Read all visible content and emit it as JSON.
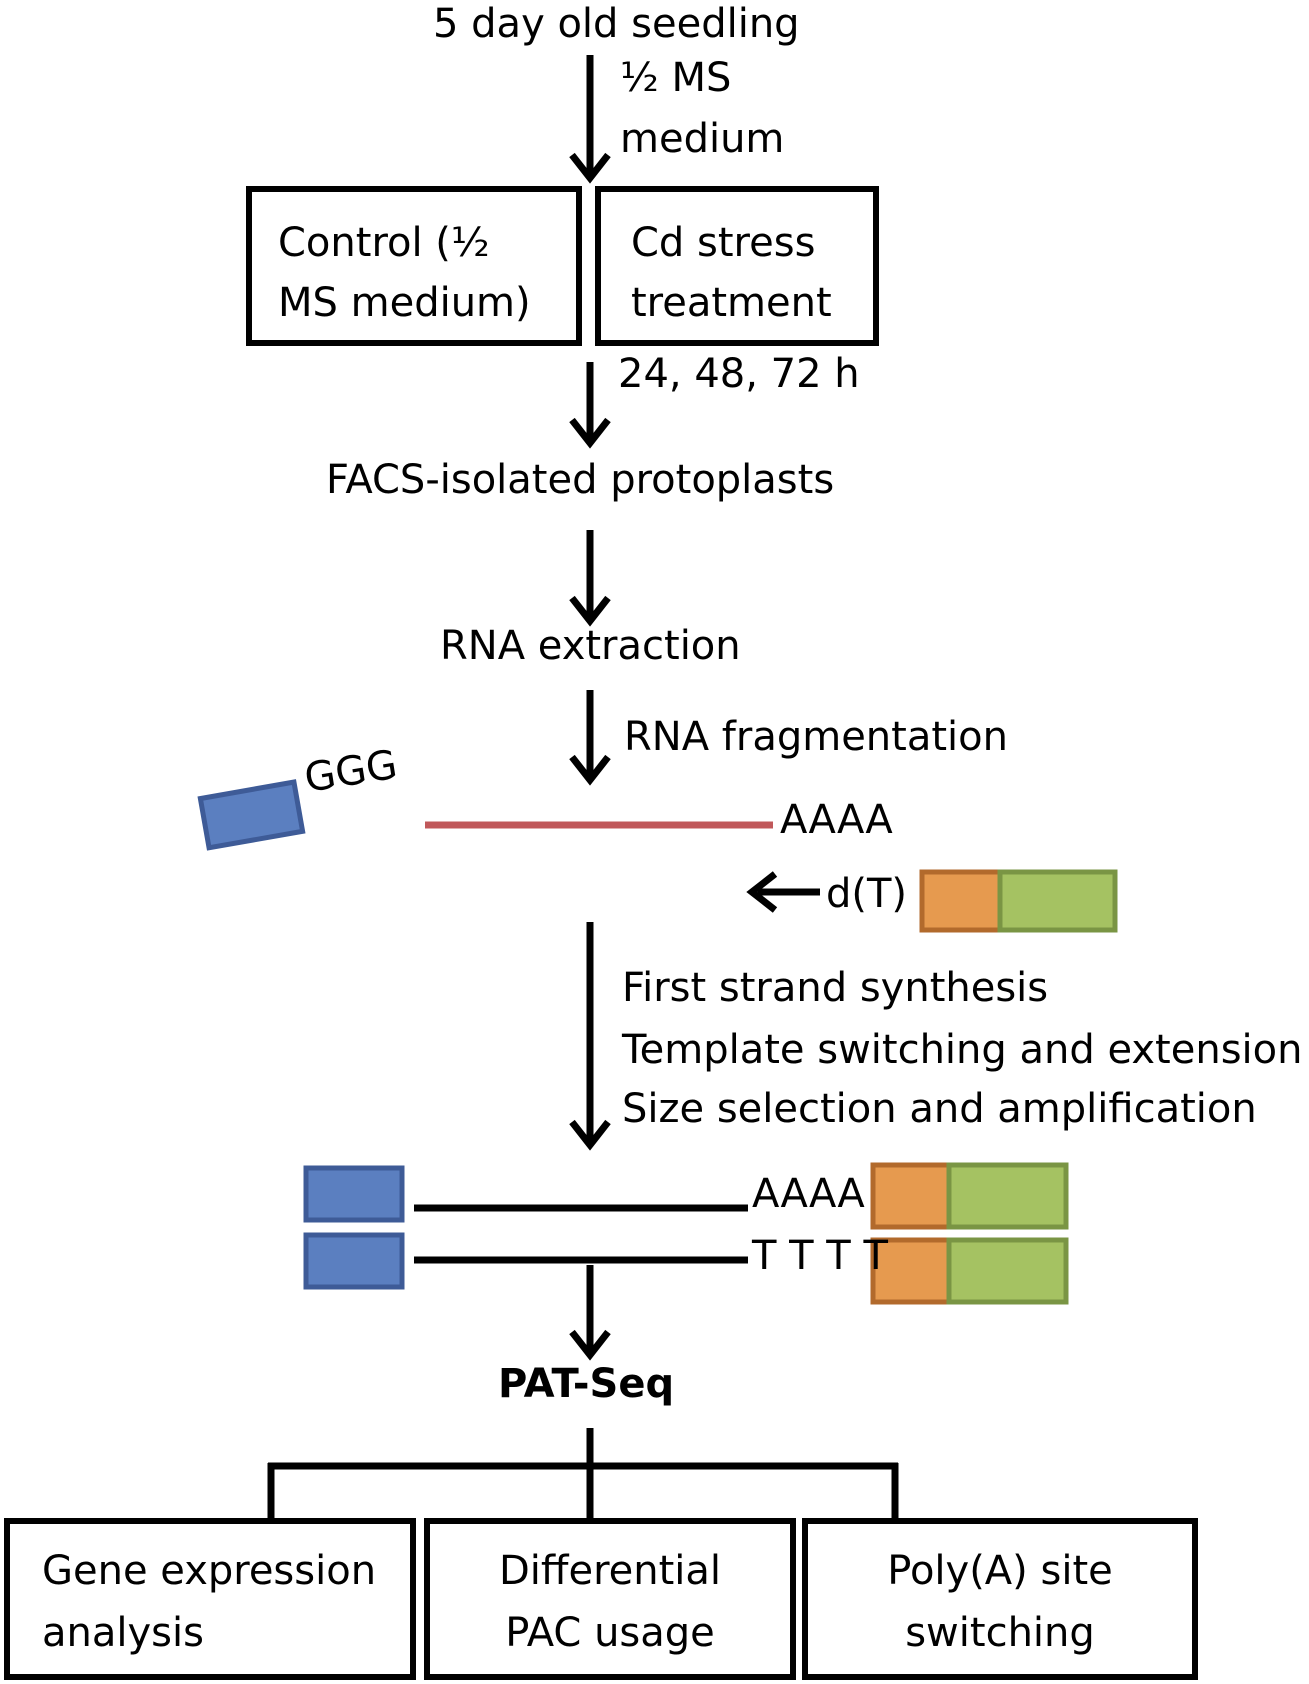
{
  "steps": {
    "seedling": "5 day old seedling",
    "medium_line1": "½ MS",
    "medium_line2": "medium",
    "control_line1": "Control (½",
    "control_line2": "MS medium)",
    "cd_line1": "Cd stress",
    "cd_line2": "treatment",
    "timepoints": "24, 48, 72 h",
    "facs": "FACS-isolated protoplasts",
    "rna_extraction": "RNA extraction",
    "rna_fragmentation": "RNA fragmentation",
    "ggg": "GGG",
    "polyA_fragment": "AAAA",
    "dT": "d(T)",
    "process_line1": "First strand synthesis",
    "process_line2": "Template switching and extension",
    "process_line3": "Size selection and amplification",
    "product_top": "AAAA",
    "product_bottom": "T T T T",
    "patseq": "PAT-Seq"
  },
  "outputs": {
    "gene_line1": "Gene expression",
    "gene_line2": "analysis",
    "diff_line1": "Differential",
    "diff_line2": "PAC usage",
    "polya_line1": "Poly(A) site",
    "polya_line2": "switching"
  },
  "colors": {
    "adapter_blue": "#5b7fc0",
    "adapter_blue_border": "#3e5b97",
    "orange": "#e69a4f",
    "orange_border": "#b26a2c",
    "green": "#a5c262",
    "green_border": "#7a9544",
    "rna_line": "#c0585a"
  }
}
